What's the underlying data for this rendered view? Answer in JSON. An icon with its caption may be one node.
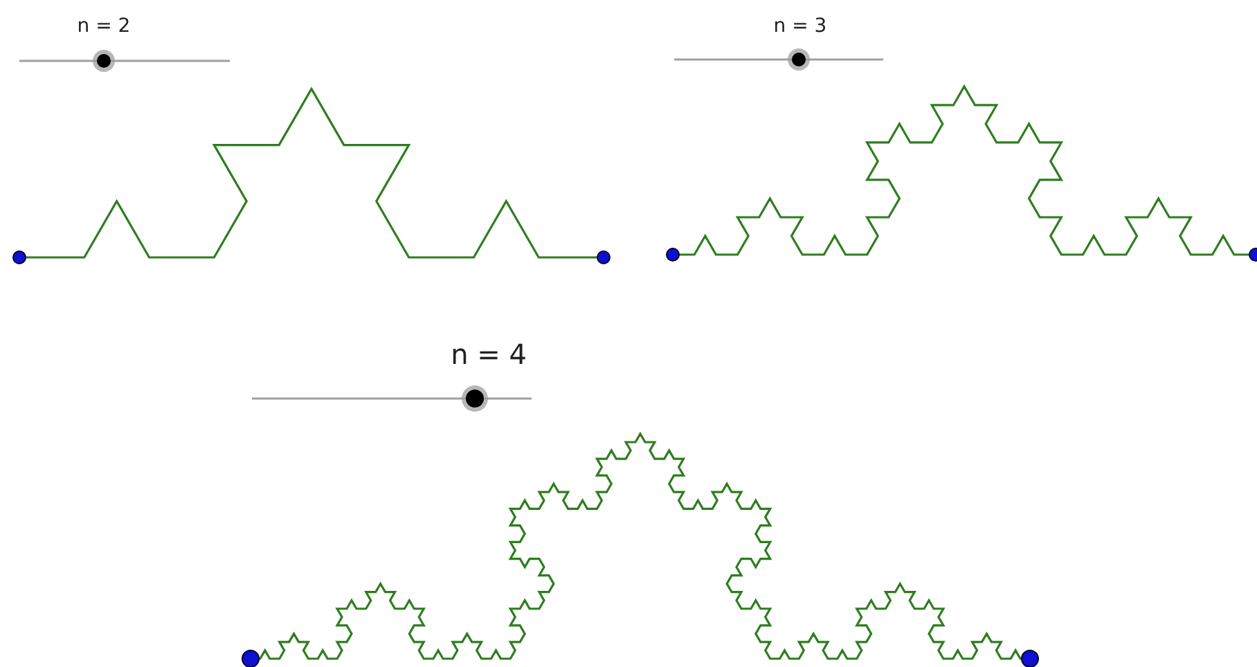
{
  "diagram": {
    "labels": [
      "n = 2",
      "n = 3",
      "n = 4"
    ]
  }
}
